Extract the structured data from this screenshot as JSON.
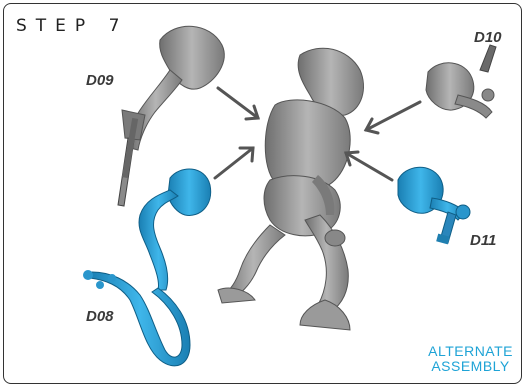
{
  "header": {
    "step_label": "STEP 7"
  },
  "parts": {
    "d09": "D09",
    "d10": "D10",
    "d11": "D11",
    "d08": "D08"
  },
  "note": {
    "line1": "ALTERNATE",
    "line2": "ASSEMBLY"
  },
  "colors": {
    "grey_part": "#8f8f8f",
    "blue_part": "#2a96cc",
    "arrow": "#555555",
    "accent_text": "#1ea3d6"
  },
  "icons": [
    "arrow-icon"
  ]
}
